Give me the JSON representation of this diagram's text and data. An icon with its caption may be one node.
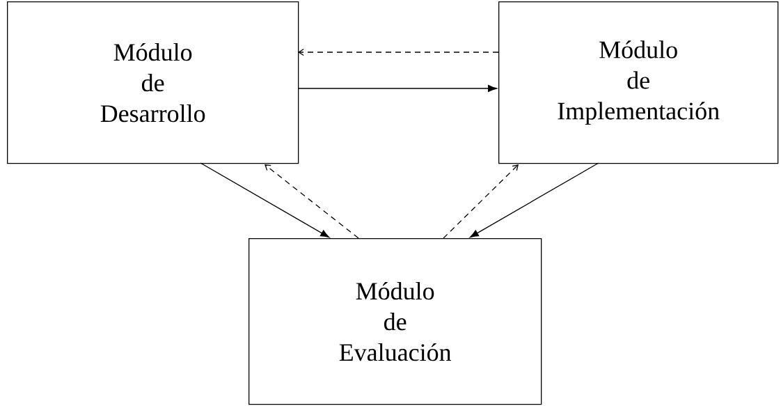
{
  "diagram": {
    "nodes": [
      {
        "text": [
          "Módulo de Desarrollo"
        ]
      },
      {
        "text": [
          "Módulo de Implementación"
        ]
      },
      {
        "text": [
          "Módulo de Evaluación"
        ]
      }
    ],
    "edges": [
      {
        "from": 0,
        "to": 1,
        "arrow": "to"
      },
      {
        "from": 1,
        "to": 0,
        "arrow": "to",
        "style": "dashed"
      },
      {
        "from": 0,
        "to": 2,
        "arrow": "to"
      },
      {
        "from": 2,
        "to": 0,
        "arrow": "to",
        "style": "dashed"
      },
      {
        "from": 2,
        "to": 1,
        "arrow": "to",
        "style": "dashed"
      },
      {
        "from": 1,
        "to": 2,
        "arrow": "to"
      }
    ]
  }
}
